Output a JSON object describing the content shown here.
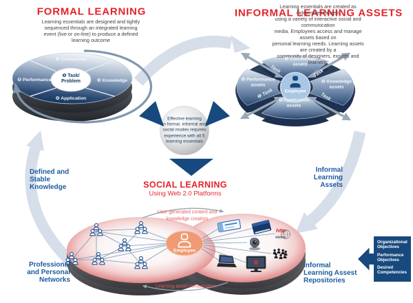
{
  "formal": {
    "title": "FORMAL LEARNING",
    "description": "Learning essentials are designed and tightly\nsequenced through an integrated learning\nevent (live or on-line) to produce a defined\nlearning outcome",
    "wheel": {
      "center": "❶ Task/\nProblem",
      "connection": "❷ Connection",
      "knowledge": "❸ Knowledge",
      "application": "❹ Application",
      "performance": "❺ Performance"
    }
  },
  "informal": {
    "title": "INFORMAL LEARNING ASSETS",
    "description": "Learning essentials are created as independent assets\nusing a variety of interactive social and communication\nmedia. Employees access and manage assets based on\npersonal learning needs. Learning assets are created by a\ncommunity of designers, experts and learners.",
    "hub": {
      "employee": "Employee",
      "connection": "❷ Connection\nassets",
      "knowledge": "❸ Knowledge\nassets",
      "application": "❹ Application\nassets",
      "performance": "❺ Performance\nassets",
      "task_nw": "Task",
      "task_ne": "Task",
      "task_sw": "❶ Task",
      "task_se": "Task"
    }
  },
  "sphere": {
    "text": "Effective learning\nin formal, informal and\nsocial modes requires\nexperience with all 5\nlearning essentials"
  },
  "social": {
    "title": "SOCIAL LEARNING",
    "subtitle": "Using Web 2.0 Platforms",
    "employee": "Employee",
    "flow_top": "User generated content and\nknowledge creation",
    "flow_bottom": "Learning asset consumption",
    "http_label": "http",
    "www_label": "www"
  },
  "side_labels": {
    "defined_stable": "Defined and\nStable\nKnowledge",
    "professional": "Professional\nand Personal\nNetworks",
    "informal_assets": "Informal\nLearning\nAssets",
    "repositories": "Informal\nLearning Assest\nRepositories"
  },
  "objectives": {
    "items": [
      "Organizational\nObjectives",
      "Performance\nObjectives",
      "Desired\nCompetencies"
    ]
  },
  "colors": {
    "title_red": "#e3242b",
    "flow_red": "#e4595c",
    "label_blue": "#1c5b9e",
    "navy": "#17497e",
    "employee_orange": "#ef9a73",
    "light_arc": "#d6deea"
  },
  "icons": {
    "people_group": "three-person-network-group",
    "employee_badge": "person-silhouette",
    "devices": [
      "web-banner",
      "book",
      "http-www-globe",
      "webcam",
      "crowd",
      "laptop",
      "monitor"
    ],
    "arrows": [
      "top-cycle-arrow",
      "right-cycle-arrow",
      "left-cycle-arrow",
      "wheel-rotation-arrow",
      "hub-double-arrows",
      "objectives-arrow"
    ]
  }
}
